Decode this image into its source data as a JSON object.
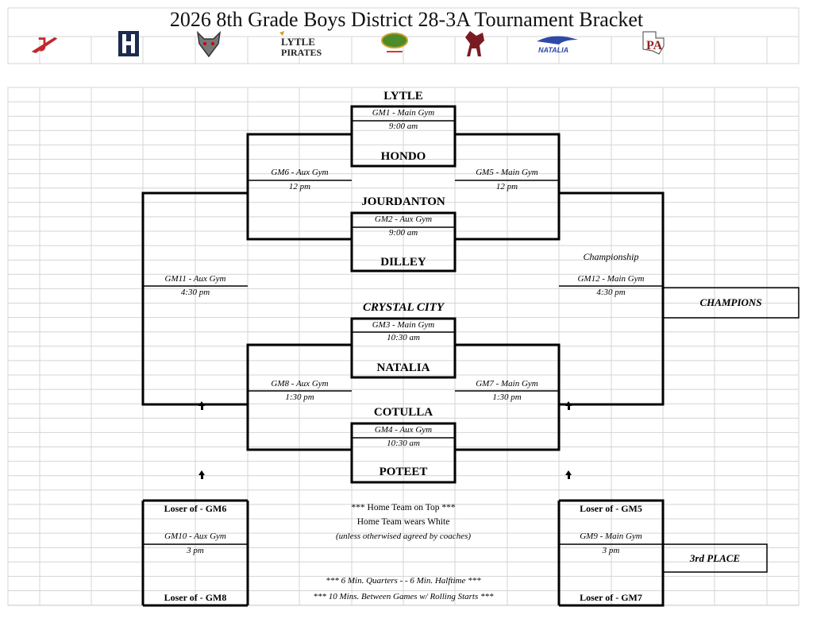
{
  "title": "2026  8th Grade Boys District 28-3A Tournament Bracket",
  "logos": [
    "jourdanton-logo",
    "hondo-logo",
    "wolf-logo",
    "lytle-pirates-logo",
    "cotulla-logo",
    "dilley-bronco-logo",
    "natalia-logo",
    "poteet-logo"
  ],
  "logo_text": {
    "lytle": "LYTLE PIRATES",
    "natalia": "NATALIA"
  },
  "teams": {
    "t1": "LYTLE",
    "t2": "HONDO",
    "t3": "JOURDANTON",
    "t4": "DILLEY",
    "t5": "CRYSTAL CITY",
    "t6": "NATALIA",
    "t7": "COTULLA",
    "t8": "POTEET"
  },
  "games": {
    "gm1_loc": "GM1 - Main Gym",
    "gm1_time": "9:00 am",
    "gm2_loc": "GM2 - Aux Gym",
    "gm2_time": "9:00 am",
    "gm3_loc": "GM3 - Main Gym",
    "gm3_time": "10:30 am",
    "gm4_loc": "GM4 - Aux Gym",
    "gm4_time": "10:30 am",
    "gm5_loc": "GM5 - Main Gym",
    "gm5_time": "12 pm",
    "gm6_loc": "GM6 - Aux Gym",
    "gm6_time": "12 pm",
    "gm7_loc": "GM7 - Main Gym",
    "gm7_time": "1:30 pm",
    "gm8_loc": "GM8 - Aux Gym",
    "gm8_time": "1:30 pm",
    "gm9_loc": "GM9 - Main Gym",
    "gm9_time": "3 pm",
    "gm10_loc": "GM10 - Aux Gym",
    "gm10_time": "3 pm",
    "gm11_loc": "GM11 - Aux Gym",
    "gm11_time": "4:30 pm",
    "gm12_loc": "GM12 - Main Gym",
    "gm12_time": "4:30 pm"
  },
  "labels": {
    "championship": "Championship",
    "champions": "CHAMPIONS",
    "third_place": "3rd PLACE",
    "loser_gm6": "Loser of - GM6",
    "loser_gm5": "Loser of - GM5",
    "loser_gm8": "Loser of - GM8",
    "loser_gm7": "Loser of - GM7"
  },
  "notes": {
    "home_top": "*** Home Team on Top ***",
    "home_white": "Home Team wears White",
    "coaches": "(unless otherwised agreed by coaches)",
    "quarters": "*** 6 Min. Quarters - - 6 Min. Halftime ***",
    "between": "*** 10 Mins. Between Games w/ Rolling Starts ***"
  }
}
